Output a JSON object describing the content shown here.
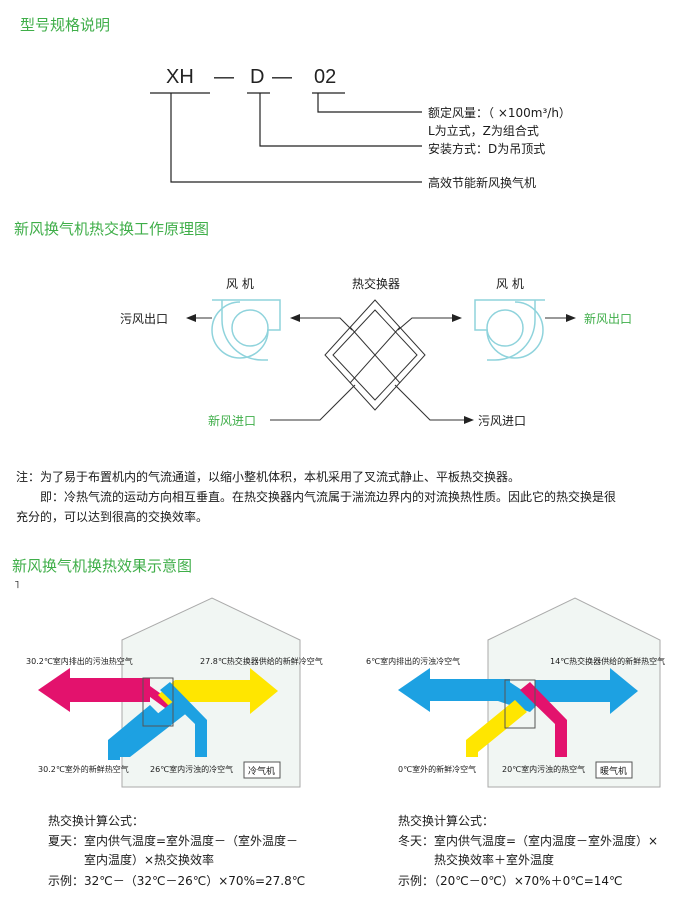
{
  "section1": {
    "title": "型号规格说明",
    "code": {
      "part1": "XH",
      "part2": "D",
      "part3": "02",
      "dash": "—"
    },
    "legend": [
      "额定风量：（ ×100m³/h）",
      "L为立式，Z为组合式",
      "安装方式：D为吊顶式",
      "高效节能新风换气机"
    ]
  },
  "section2": {
    "title": "新风换气机热交换工作原理图",
    "fan_left": "风  机",
    "exchanger": "热交换器",
    "fan_right": "风  机",
    "exhaust_out": "污风出口",
    "fresh_out": "新风出口",
    "fresh_in": "新风进口",
    "exhaust_in": "污风进口",
    "note_line1": "注：为了易于布置机内的气流通道，以缩小整机体积，本机采用了叉流式静止、平板热交换器。",
    "note_line2": "即：冷热气流的运动方向相互垂直。在热交换器内气流属于湍流边界内的对流换热性质。因此它的热交换是很",
    "note_line3": "充分的，可以达到很高的交换效率。"
  },
  "section3": {
    "title": "新风换气机换热效果示意图",
    "mark": "˥",
    "summer": {
      "indoor_exhaust": "30.2℃室内排出的污浊热空气",
      "supply": "27.8℃热交换器供给的新鲜冷空气",
      "outdoor_fresh": "30.2℃室外的新鲜热空气",
      "indoor_dirty": "26℃室内污浊的冷空气",
      "mode": "冷气机",
      "formula_title": "热交换计算公式：",
      "formula_l1": "夏天：室内供气温度=室外温度－（室外温度－",
      "formula_l2": "室内温度）×热交换效率",
      "example": "示例：32℃－（32℃－26℃）×70%=27.8℃"
    },
    "winter": {
      "indoor_exhaust": "6℃室内排出的污浊冷空气",
      "supply": "14℃热交换器供给的新鲜热空气",
      "outdoor_fresh": "0℃室外的新鲜冷空气",
      "indoor_dirty": "20℃室内污浊的热空气",
      "mode": "暖气机",
      "formula_title": "热交换计算公式：",
      "formula_l1": "冬天：室内供气温度=（室内温度－室外温度）×",
      "formula_l2": "热交换效率＋室外温度",
      "example": "示例：（20℃－0℃）×70%＋0℃=14℃"
    },
    "colors": {
      "magenta": "#e3126d",
      "yellow": "#ffe600",
      "blue": "#1da1e2",
      "house": "#eaf3f0"
    }
  }
}
